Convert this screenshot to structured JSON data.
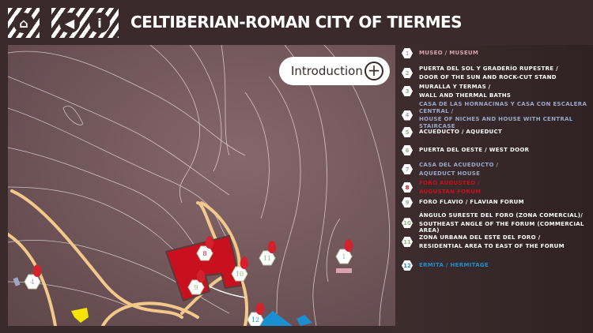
{
  "header": {
    "title": "CELTIBERIAN-ROMAN CITY OF TIERMES",
    "home_icon": "home-icon",
    "back_icon": "back-arrow-icon",
    "info_icon": "info-icon",
    "info_glyph": "i"
  },
  "map": {
    "intro_label": "Introduction",
    "intro_plus": "+",
    "markers": [
      {
        "n": "1",
        "color": "#8fb77a"
      },
      {
        "n": "4",
        "color": "#9aa8c8"
      },
      {
        "n": "8",
        "color": "#c8101e"
      },
      {
        "n": "9",
        "color": "#8fb77a"
      },
      {
        "n": "10",
        "color": "#8fb77a"
      },
      {
        "n": "11",
        "color": "#8fb77a"
      },
      {
        "n": "12",
        "color": "#1b8fd0"
      }
    ]
  },
  "legend": [
    {
      "n": "1",
      "color": "#d8a3ae",
      "lines": [
        "MUSEO / MUSEUM"
      ]
    },
    {
      "n": "2",
      "color": "#8fb77a",
      "textcolor": "#ffffff",
      "lines": [
        "PUERTA DEL SOL Y GRADERÍO RUPESTRE /",
        "DOOR OF THE SUN AND ROCK-CUT STAND"
      ]
    },
    {
      "n": "3",
      "color": "#8fb77a",
      "textcolor": "#ffffff",
      "lines": [
        "MURALLA Y TERMAS /",
        "WALL AND THERMAL BATHS"
      ]
    },
    {
      "n": "4",
      "color": "#9aa8c8",
      "lines": [
        "CASA DE LAS HORNACINAS Y CASA CON ESCALERA CENTRAL /",
        "HOUSE OF NICHES AND HOUSE WITH CENTRAL STAIRCASE"
      ]
    },
    {
      "n": "5",
      "color": "#8fb77a",
      "textcolor": "#ffffff",
      "lines": [
        "ACUEDUCTO / AQUEDUCT"
      ]
    },
    {
      "n": "6",
      "color": "#8fb77a",
      "textcolor": "#ffffff",
      "lines": [
        "PUERTA DEL OESTE / WEST DOOR"
      ]
    },
    {
      "n": "7",
      "color": "#9aa8c8",
      "lines": [
        "CASA DEL ACUEDUCTO /",
        "AQUEDUCT HOUSE"
      ]
    },
    {
      "n": "8",
      "color": "#c8101e",
      "lines": [
        "FORO AUGUSTEO /",
        "AUGUSTAN FORUM"
      ]
    },
    {
      "n": "9",
      "color": "#8fb77a",
      "textcolor": "#ffffff",
      "lines": [
        "FORO FLAVIO / FLAVIAN FORUM"
      ]
    },
    {
      "n": "10",
      "color": "#8fb77a",
      "textcolor": "#ffffff",
      "lines": [
        "ÁNGULO SURESTE DEL FORO (ZONA COMERCIAL)/",
        "SOUTHEAST ANGLE OF THE FORUM (COMMERCIAL AREA)"
      ]
    },
    {
      "n": "11",
      "color": "#8fb77a",
      "textcolor": "#ffffff",
      "lines": [
        "ZONA URBANA DEL ESTE DEL FORO /",
        "RESIDENTIAL AREA TO EAST OF THE FORUM"
      ]
    },
    {
      "n": "12",
      "color": "#1b8fd0",
      "lines": [
        "ERMITA / HERMITAGE"
      ]
    }
  ]
}
